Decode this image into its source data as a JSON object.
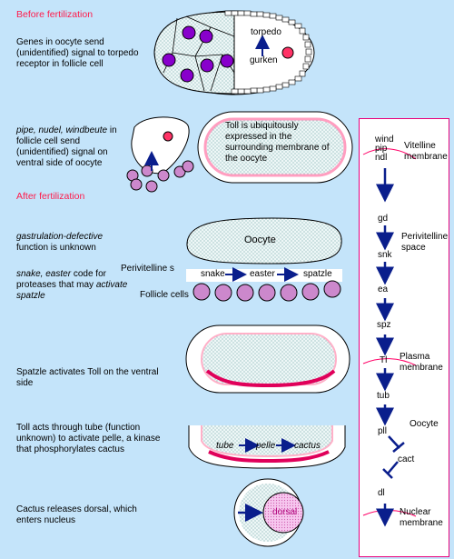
{
  "headers": {
    "before": "Before fertilization",
    "after": "After fertilization"
  },
  "left_text": {
    "genes": "Genes in oocyte send (unidentified) signal to torpedo receptor in follicle cell",
    "pipe_italic": "pipe, nudel, windbeute",
    "pipe_rest": " in follicle cell send (unidentified) signal on ventral side of oocyte",
    "gastrulation_italic": "gastrulation-defective",
    "gastrulation_rest": " function is unknown",
    "snake_italic": "snake, easter",
    "snake_mid": " code for proteases that may ",
    "snake_italic2": "activate spatzle",
    "spatzle": "Spatzle activates Toll on the ventral side",
    "toll": "Toll acts through tube (function unknown) to activate pelle, a kinase that phosphorylates cactus",
    "cactus": "Cactus releases dorsal, which enters nucleus"
  },
  "panel1": {
    "torpedo": "torpedo",
    "gurken": "gurken"
  },
  "panel2": {
    "toll_text": "Toll is ubiquitously expressed in the surrounding membrane of the oocyte"
  },
  "panel3": {
    "oocyte": "Oocyte",
    "perivitelline": "Perivitelline s",
    "snake": "snake",
    "easter": "easter",
    "spatzle": "spatzle",
    "follicle": "Follicle cells"
  },
  "panel5": {
    "tube": "tube",
    "pelle": "pelle",
    "cactus": "cactus"
  },
  "panel6": {
    "dorsal": "dorsal"
  },
  "pathway": {
    "wind": "wind",
    "pip": "pip",
    "ndl": "ndl",
    "vitelline": "Vitelline membrane",
    "gd": "gd",
    "perivitelline": "Perivitelline space",
    "snk": "snk",
    "ea": "ea",
    "spz": "spz",
    "tl": "Tl",
    "plasma": "Plasma membrane",
    "tub": "tub",
    "pll": "pll",
    "oocyte": "Oocyte",
    "cact": "cact",
    "dl": "dl",
    "nuclear": "Nuclear membrane"
  },
  "colors": {
    "background": "#c4e4fa",
    "red_text": "#ff1a4a",
    "arrow_blue": "#0a1e8c",
    "nucleus_purple": "#8800cc",
    "pink_membrane": "#ff0066",
    "follicle_purple": "#cc88cc"
  }
}
